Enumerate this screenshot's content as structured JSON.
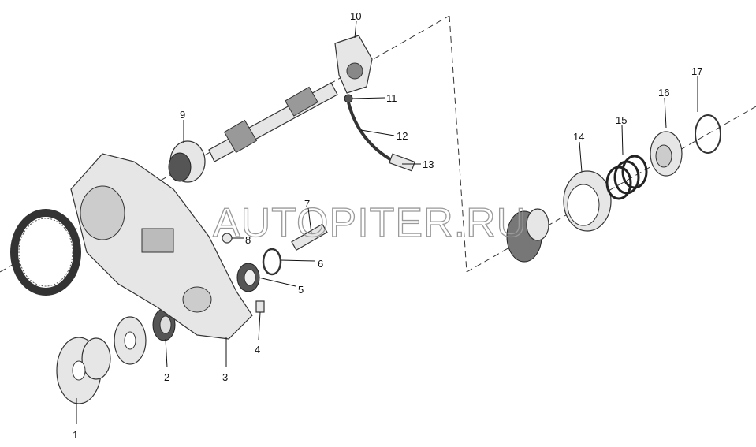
{
  "watermark": "AUTOPITER.RU",
  "callouts": [
    {
      "id": "1",
      "label": "1"
    },
    {
      "id": "2",
      "label": "2"
    },
    {
      "id": "3",
      "label": "3"
    },
    {
      "id": "4",
      "label": "4"
    },
    {
      "id": "5",
      "label": "5"
    },
    {
      "id": "6",
      "label": "6"
    },
    {
      "id": "7",
      "label": "7"
    },
    {
      "id": "8",
      "label": "8"
    },
    {
      "id": "9",
      "label": "9"
    },
    {
      "id": "10",
      "label": "10"
    },
    {
      "id": "11",
      "label": "11"
    },
    {
      "id": "12",
      "label": "12"
    },
    {
      "id": "13",
      "label": "13"
    },
    {
      "id": "14",
      "label": "14"
    },
    {
      "id": "15",
      "label": "15"
    },
    {
      "id": "16",
      "label": "16"
    },
    {
      "id": "17",
      "label": "17"
    }
  ]
}
